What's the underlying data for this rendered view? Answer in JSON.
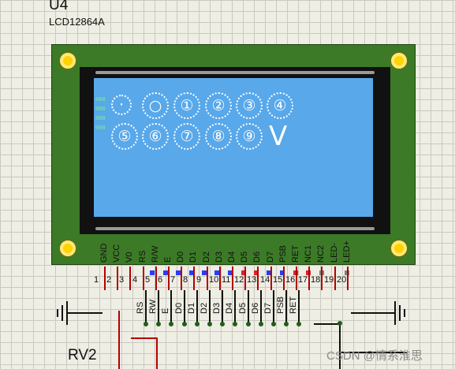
{
  "component": {
    "reference": "U4",
    "model": "LCD12864A"
  },
  "lcd": {
    "side_text": [
      "000",
      "000",
      "000",
      "000"
    ],
    "row1": [
      "·",
      "○",
      "①",
      "②",
      "③",
      "④"
    ],
    "row2": [
      "⑤",
      "⑥",
      "⑦",
      "⑧",
      "⑨",
      "V"
    ]
  },
  "pins": [
    {
      "num": "1",
      "label": "GND",
      "color": ""
    },
    {
      "num": "2",
      "label": "VCC",
      "color": ""
    },
    {
      "num": "3",
      "label": "V0",
      "color": "#2a3cff"
    },
    {
      "num": "4",
      "label": "RS",
      "color": "#2a3cff"
    },
    {
      "num": "5",
      "label": "R/W",
      "color": "#2a3cff"
    },
    {
      "num": "6",
      "label": "E",
      "color": "#2a3cff"
    },
    {
      "num": "7",
      "label": "D0",
      "color": "#2a3cff"
    },
    {
      "num": "8",
      "label": "D1",
      "color": "#2a3cff"
    },
    {
      "num": "9",
      "label": "D2",
      "color": "#2a3cff"
    },
    {
      "num": "10",
      "label": "D3",
      "color": "#e0202a"
    },
    {
      "num": "11",
      "label": "D4",
      "color": "#e0202a"
    },
    {
      "num": "12",
      "label": "D5",
      "color": "#2a3cff"
    },
    {
      "num": "13",
      "label": "D6",
      "color": "#2a3cff"
    },
    {
      "num": "14",
      "label": "D7",
      "color": "#e0202a"
    },
    {
      "num": "15",
      "label": "PSB",
      "color": "#e0202a"
    },
    {
      "num": "16",
      "label": "RET",
      "color": "#808080"
    },
    {
      "num": "17",
      "label": "NC1",
      "color": ""
    },
    {
      "num": "18",
      "label": "NC2",
      "color": "#808080"
    },
    {
      "num": "19",
      "label": "LED-",
      "color": ""
    },
    {
      "num": "20",
      "label": "LED+",
      "color": ""
    }
  ],
  "net_labels": [
    "RS",
    "RW",
    "E",
    "D0",
    "D1",
    "D2",
    "D3",
    "D4",
    "D5",
    "D6",
    "D7",
    "PSB",
    "RET"
  ],
  "potentiometer": {
    "reference": "RV2"
  },
  "watermark": "CSDN @情系淮思"
}
